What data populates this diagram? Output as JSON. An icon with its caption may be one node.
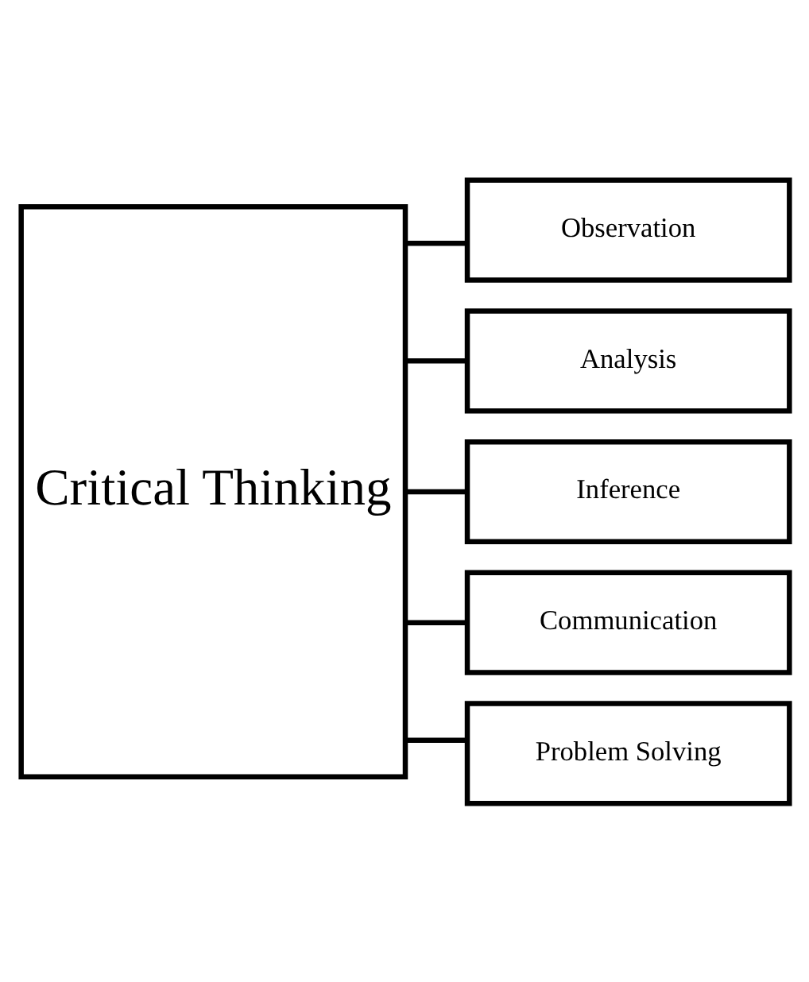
{
  "diagram": {
    "nodes": [
      {
        "text": [
          "Critical Thinking"
        ]
      },
      {
        "text": [
          "Observation"
        ]
      },
      {
        "text": [
          "Analysis"
        ]
      },
      {
        "text": [
          "Inference"
        ]
      },
      {
        "text": [
          "Communication"
        ]
      },
      {
        "text": [
          "Problem Solving"
        ]
      }
    ],
    "edges": [
      {
        "from": 0,
        "to": 1,
        "arrow": "none"
      },
      {
        "from": 0,
        "to": 2,
        "arrow": "none"
      },
      {
        "from": 0,
        "to": 3,
        "arrow": "none"
      },
      {
        "from": 0,
        "to": 4,
        "arrow": "none"
      },
      {
        "from": 0,
        "to": 5,
        "arrow": "none"
      }
    ]
  }
}
